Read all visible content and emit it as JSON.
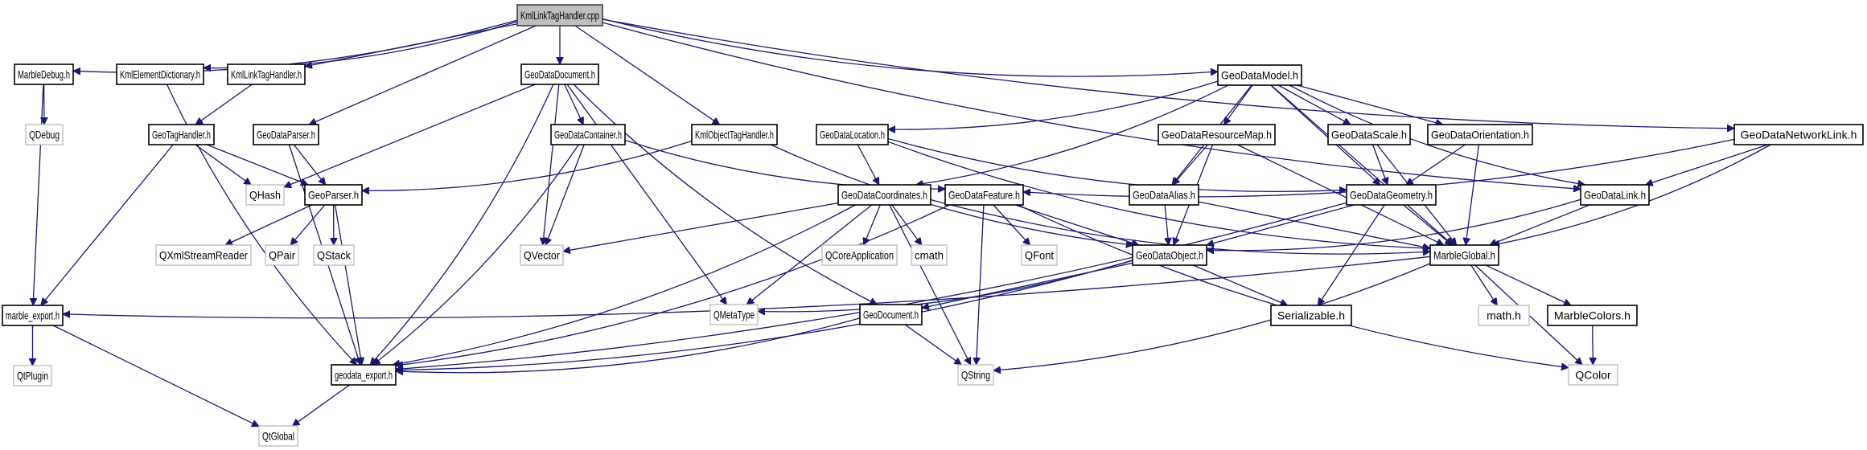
{
  "diagram": {
    "type": "include-dependency-graph",
    "colors": {
      "edge": "#191970",
      "root_fill": "#bfbfbf",
      "project_border": "#000000",
      "external_border": "#bfbfbf"
    },
    "nodes": [
      {
        "id": "root",
        "label": "KmlLinkTagHandler.cpp",
        "kind": "root"
      },
      {
        "id": "MarbleDebug",
        "label": "MarbleDebug.h",
        "kind": "project"
      },
      {
        "id": "KmlElementDictionary",
        "label": "KmlElementDictionary.h",
        "kind": "project"
      },
      {
        "id": "KmlLinkTagHandlerH",
        "label": "KmlLinkTagHandler.h",
        "kind": "project"
      },
      {
        "id": "GeoDataDocument",
        "label": "GeoDataDocument.h",
        "kind": "project"
      },
      {
        "id": "GeoDataModel",
        "label": "GeoDataModel.h",
        "kind": "project"
      },
      {
        "id": "GeoDataNetworkLink",
        "label": "GeoDataNetworkLink.h",
        "kind": "project"
      },
      {
        "id": "QDebug",
        "label": "QDebug",
        "kind": "external"
      },
      {
        "id": "GeoTagHandler",
        "label": "GeoTagHandler.h",
        "kind": "project"
      },
      {
        "id": "GeoDataParser",
        "label": "GeoDataParser.h",
        "kind": "project"
      },
      {
        "id": "GeoDataContainer",
        "label": "GeoDataContainer.h",
        "kind": "project"
      },
      {
        "id": "KmlObjectTagHandler",
        "label": "KmlObjectTagHandler.h",
        "kind": "project"
      },
      {
        "id": "GeoDataLocation",
        "label": "GeoDataLocation.h",
        "kind": "project"
      },
      {
        "id": "GeoDataResourceMap",
        "label": "GeoDataResourceMap.h",
        "kind": "project"
      },
      {
        "id": "GeoDataScale",
        "label": "GeoDataScale.h",
        "kind": "project"
      },
      {
        "id": "GeoDataOrientation",
        "label": "GeoDataOrientation.h",
        "kind": "project"
      },
      {
        "id": "QHash",
        "label": "QHash",
        "kind": "external"
      },
      {
        "id": "GeoParser",
        "label": "GeoParser.h",
        "kind": "project"
      },
      {
        "id": "GeoDataCoordinates",
        "label": "GeoDataCoordinates.h",
        "kind": "project"
      },
      {
        "id": "GeoDataFeature",
        "label": "GeoDataFeature.h",
        "kind": "project"
      },
      {
        "id": "GeoDataAlias",
        "label": "GeoDataAlias.h",
        "kind": "project"
      },
      {
        "id": "GeoDataGeometry",
        "label": "GeoDataGeometry.h",
        "kind": "project"
      },
      {
        "id": "GeoDataLink",
        "label": "GeoDataLink.h",
        "kind": "project"
      },
      {
        "id": "QXmlStreamReader",
        "label": "QXmlStreamReader",
        "kind": "external"
      },
      {
        "id": "QPair",
        "label": "QPair",
        "kind": "external"
      },
      {
        "id": "QStack",
        "label": "QStack",
        "kind": "external"
      },
      {
        "id": "QVector",
        "label": "QVector",
        "kind": "external"
      },
      {
        "id": "QCoreApplication",
        "label": "QCoreApplication",
        "kind": "external"
      },
      {
        "id": "cmath",
        "label": "cmath",
        "kind": "external"
      },
      {
        "id": "QFont",
        "label": "QFont",
        "kind": "external"
      },
      {
        "id": "GeoDataObject",
        "label": "GeoDataObject.h",
        "kind": "project"
      },
      {
        "id": "MarbleGlobal",
        "label": "MarbleGlobal.h",
        "kind": "project"
      },
      {
        "id": "marble_export",
        "label": "marble_export.h",
        "kind": "project"
      },
      {
        "id": "QMetaType",
        "label": "QMetaType",
        "kind": "external"
      },
      {
        "id": "GeoDocument",
        "label": "GeoDocument.h",
        "kind": "project"
      },
      {
        "id": "Serializable",
        "label": "Serializable.h",
        "kind": "project"
      },
      {
        "id": "mathh",
        "label": "math.h",
        "kind": "external"
      },
      {
        "id": "MarbleColors",
        "label": "MarbleColors.h",
        "kind": "project"
      },
      {
        "id": "QtPlugin",
        "label": "QtPlugin",
        "kind": "external"
      },
      {
        "id": "geodata_export",
        "label": "geodata_export.h",
        "kind": "project"
      },
      {
        "id": "QString",
        "label": "QString",
        "kind": "external"
      },
      {
        "id": "QColor",
        "label": "QColor",
        "kind": "external"
      },
      {
        "id": "QtGlobal",
        "label": "QtGlobal",
        "kind": "external"
      }
    ],
    "edges": [
      [
        "root",
        "MarbleDebug"
      ],
      [
        "root",
        "KmlElementDictionary"
      ],
      [
        "root",
        "KmlLinkTagHandlerH"
      ],
      [
        "root",
        "GeoDataDocument"
      ],
      [
        "root",
        "GeoDataParser"
      ],
      [
        "root",
        "KmlObjectTagHandler"
      ],
      [
        "root",
        "GeoDataModel"
      ],
      [
        "root",
        "GeoDataLink"
      ],
      [
        "root",
        "GeoDataNetworkLink"
      ],
      [
        "MarbleDebug",
        "QDebug"
      ],
      [
        "MarbleDebug",
        "marble_export"
      ],
      [
        "KmlElementDictionary",
        "geodata_export"
      ],
      [
        "KmlLinkTagHandlerH",
        "GeoTagHandler"
      ],
      [
        "GeoTagHandler",
        "QHash"
      ],
      [
        "GeoTagHandler",
        "GeoParser"
      ],
      [
        "GeoTagHandler",
        "marble_export"
      ],
      [
        "GeoDataParser",
        "GeoParser"
      ],
      [
        "GeoDataParser",
        "geodata_export"
      ],
      [
        "GeoDataDocument",
        "QHash"
      ],
      [
        "GeoDataDocument",
        "GeoDataContainer"
      ],
      [
        "GeoDataDocument",
        "QVector"
      ],
      [
        "GeoDataDocument",
        "QMetaType"
      ],
      [
        "GeoDataDocument",
        "GeoDocument"
      ],
      [
        "GeoDataDocument",
        "geodata_export"
      ],
      [
        "GeoDataContainer",
        "QVector"
      ],
      [
        "GeoDataContainer",
        "GeoDataFeature"
      ],
      [
        "GeoDataContainer",
        "geodata_export"
      ],
      [
        "KmlObjectTagHandler",
        "GeoParser"
      ],
      [
        "KmlObjectTagHandler",
        "GeoDataObject"
      ],
      [
        "GeoParser",
        "QXmlStreamReader"
      ],
      [
        "GeoParser",
        "QPair"
      ],
      [
        "GeoParser",
        "QStack"
      ],
      [
        "GeoParser",
        "geodata_export"
      ],
      [
        "GeoDataModel",
        "GeoDataLocation"
      ],
      [
        "GeoDataModel",
        "GeoDataResourceMap"
      ],
      [
        "GeoDataModel",
        "GeoDataScale"
      ],
      [
        "GeoDataModel",
        "GeoDataOrientation"
      ],
      [
        "GeoDataModel",
        "GeoDataCoordinates"
      ],
      [
        "GeoDataModel",
        "GeoDataGeometry"
      ],
      [
        "GeoDataModel",
        "GeoDataAlias"
      ],
      [
        "GeoDataModel",
        "GeoDataLink"
      ],
      [
        "GeoDataModel",
        "MarbleGlobal"
      ],
      [
        "GeoDataNetworkLink",
        "GeoDataLink"
      ],
      [
        "GeoDataNetworkLink",
        "GeoDataFeature"
      ],
      [
        "GeoDataNetworkLink",
        "MarbleGlobal"
      ],
      [
        "GeoDataLocation",
        "GeoDataCoordinates"
      ],
      [
        "GeoDataLocation",
        "GeoDataGeometry"
      ],
      [
        "GeoDataLocation",
        "MarbleGlobal"
      ],
      [
        "GeoDataResourceMap",
        "GeoDataAlias"
      ],
      [
        "GeoDataResourceMap",
        "GeoDataObject"
      ],
      [
        "GeoDataResourceMap",
        "MarbleGlobal"
      ],
      [
        "GeoDataScale",
        "GeoDataGeometry"
      ],
      [
        "GeoDataScale",
        "MarbleGlobal"
      ],
      [
        "GeoDataOrientation",
        "GeoDataGeometry"
      ],
      [
        "GeoDataOrientation",
        "MarbleGlobal"
      ],
      [
        "GeoDataCoordinates",
        "QVector"
      ],
      [
        "GeoDataCoordinates",
        "QCoreApplication"
      ],
      [
        "GeoDataCoordinates",
        "cmath"
      ],
      [
        "GeoDataCoordinates",
        "QMetaType"
      ],
      [
        "GeoDataCoordinates",
        "QString"
      ],
      [
        "GeoDataCoordinates",
        "geodata_export"
      ],
      [
        "GeoDataCoordinates",
        "MarbleGlobal"
      ],
      [
        "GeoDataFeature",
        "QFont"
      ],
      [
        "GeoDataFeature",
        "GeoDataObject"
      ],
      [
        "GeoDataFeature",
        "QString"
      ],
      [
        "GeoDataFeature",
        "QColor"
      ],
      [
        "GeoDataFeature",
        "geodata_export"
      ],
      [
        "GeoDataAlias",
        "GeoDataObject"
      ],
      [
        "GeoDataAlias",
        "MarbleGlobal"
      ],
      [
        "GeoDataGeometry",
        "GeoDataObject"
      ],
      [
        "GeoDataGeometry",
        "MarbleGlobal"
      ],
      [
        "GeoDataGeometry",
        "Serializable"
      ],
      [
        "GeoDataGeometry",
        "geodata_export"
      ],
      [
        "GeoDataLink",
        "GeoDataObject"
      ],
      [
        "GeoDataLink",
        "MarbleGlobal"
      ],
      [
        "GeoDataObject",
        "QMetaType"
      ],
      [
        "GeoDataObject",
        "Serializable"
      ],
      [
        "GeoDataObject",
        "GeoDocument"
      ],
      [
        "GeoDataObject",
        "geodata_export"
      ],
      [
        "MarbleGlobal",
        "marble_export"
      ],
      [
        "MarbleGlobal",
        "mathh"
      ],
      [
        "MarbleGlobal",
        "MarbleColors"
      ],
      [
        "MarbleGlobal",
        "QString"
      ],
      [
        "MarbleGlobal",
        "QColor"
      ],
      [
        "MarbleColors",
        "QColor"
      ],
      [
        "GeoDocument",
        "geodata_export"
      ],
      [
        "GeoDocument",
        "QString"
      ],
      [
        "marble_export",
        "QtPlugin"
      ],
      [
        "marble_export",
        "QtGlobal"
      ],
      [
        "geodata_export",
        "QtGlobal"
      ]
    ]
  }
}
